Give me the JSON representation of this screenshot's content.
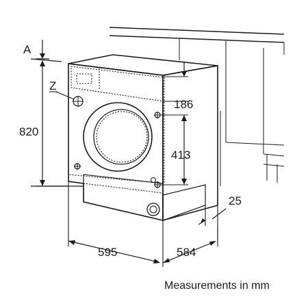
{
  "diagram": {
    "labels": {
      "a": "A",
      "z": "Z",
      "height": "820",
      "width": "595",
      "depth": "584",
      "panel_height": "186",
      "door_height": "413",
      "gap": "25"
    },
    "caption": "Measurements in mm"
  }
}
